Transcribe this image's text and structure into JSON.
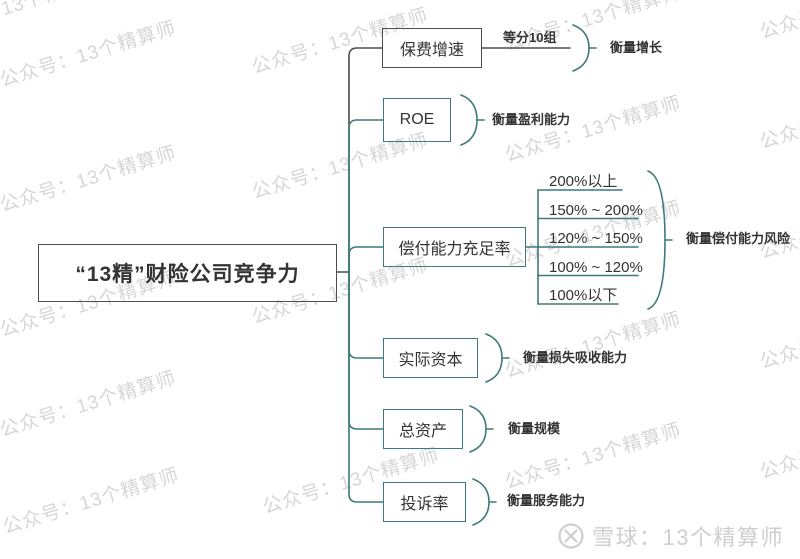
{
  "title": "“13精”财险公司竞争力",
  "branches": [
    {
      "label": "保费增速",
      "edge_label": "等分10组",
      "note": "衡量增长"
    },
    {
      "label": "ROE",
      "note": "衡量盈利能力"
    },
    {
      "label": "偿付能力充足率",
      "note": "衡量偿付能力风险",
      "sub_items": [
        "200%以上",
        "150% ~ 200%",
        "120% ~ 150%",
        "100% ~ 120%",
        "100%以下"
      ]
    },
    {
      "label": "实际资本",
      "note": "衡量损失吸收能力"
    },
    {
      "label": "总资产",
      "note": "衡量规模"
    },
    {
      "label": "投诉率",
      "note": "衡量服务能力"
    }
  ],
  "watermark": {
    "text": "公众号：13个精算师"
  },
  "footer": {
    "icon": "xueqiu-snowball-icon",
    "text": "雪球：13个精算师"
  },
  "colors": {
    "teal": "#3e7a78",
    "dark": "#4d4d4d",
    "text": "#333333",
    "watermark": "#d6d6d6",
    "footer_gray": "#cfcfcf"
  }
}
